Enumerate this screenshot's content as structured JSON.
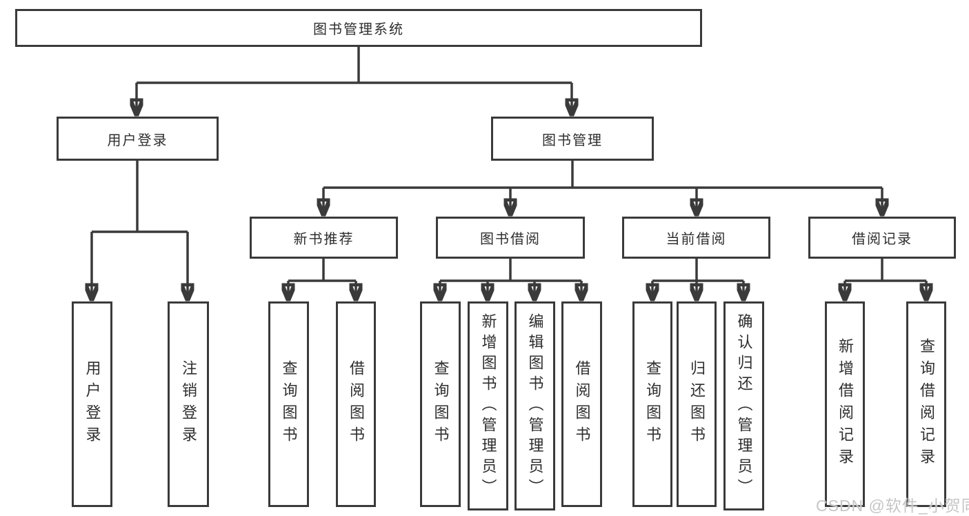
{
  "colors": {
    "line": "#3a3a3a",
    "text": "#2e2e2e",
    "box_background": "#ffffff",
    "watermark": "#c6c6c6"
  },
  "watermark": "CSDN @软件_小贺同学",
  "nodes": {
    "root": {
      "label": "图书管理系统"
    },
    "user_login": {
      "label": "用户登录"
    },
    "book_mgmt": {
      "label": "图书管理"
    },
    "new_book_rec": {
      "label": "新书推荐"
    },
    "book_borrow": {
      "label": "图书借阅"
    },
    "current_borrow": {
      "label": "当前借阅"
    },
    "borrow_record": {
      "label": "借阅记录"
    },
    "leaf_user_login": {
      "label": "用户登录"
    },
    "leaf_logout": {
      "label": "注销登录"
    },
    "leaf_query_book_1": {
      "label": "查询图书"
    },
    "leaf_borrow_book_1": {
      "label": "借阅图书"
    },
    "leaf_query_book_2": {
      "label": "查询图书"
    },
    "leaf_add_book": {
      "label": "新增图书（管理员）"
    },
    "leaf_edit_book": {
      "label": "编辑图书（管理员）"
    },
    "leaf_borrow_book_2": {
      "label": "借阅图书"
    },
    "leaf_query_book_3": {
      "label": "查询图书"
    },
    "leaf_return_book": {
      "label": "归还图书"
    },
    "leaf_confirm_return": {
      "label": "确认归还（管理员）"
    },
    "leaf_add_borrow_record": {
      "label": "新增借阅记录"
    },
    "leaf_query_borrow_record": {
      "label": "查询借阅记录"
    }
  }
}
